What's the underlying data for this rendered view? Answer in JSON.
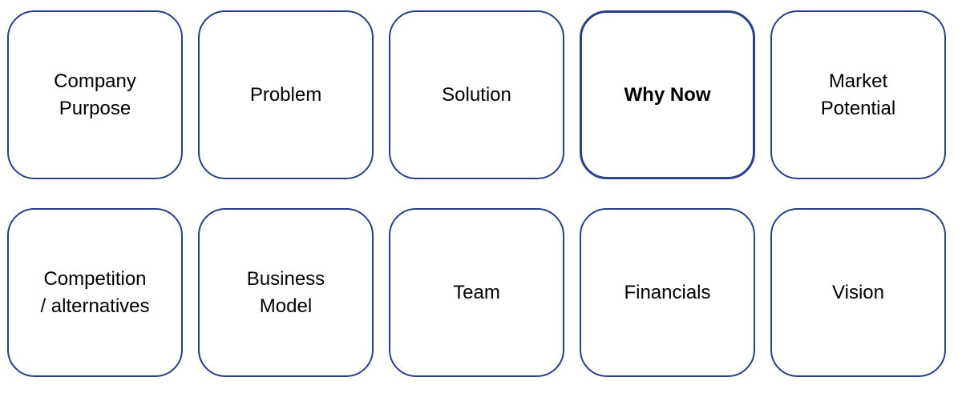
{
  "diagram": {
    "row1": [
      {
        "label": "Company\nPurpose"
      },
      {
        "label": "Problem"
      },
      {
        "label": "Solution"
      },
      {
        "label": "Why Now"
      },
      {
        "label": "Market\nPotential"
      }
    ],
    "row2": [
      {
        "label": "Competition\n/ alternatives"
      },
      {
        "label": "Business\nModel"
      },
      {
        "label": "Team"
      },
      {
        "label": "Financials"
      },
      {
        "label": "Vision"
      }
    ]
  },
  "colors": {
    "border": "#2b3f86",
    "text": "#000000",
    "background": "#ffffff"
  }
}
